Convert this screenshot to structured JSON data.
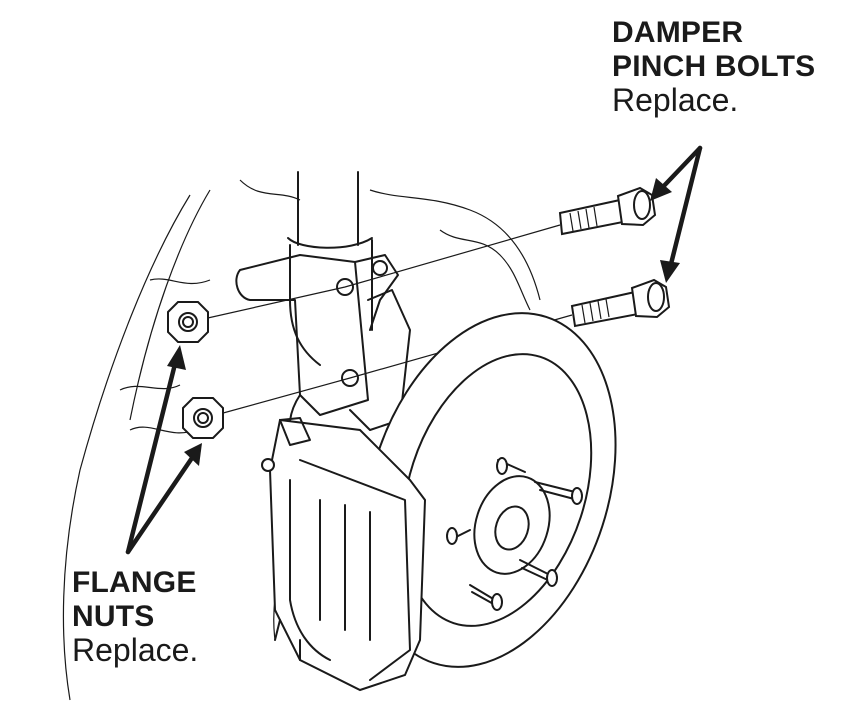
{
  "callouts": {
    "damper_pinch_bolts": {
      "line1": "DAMPER",
      "line2": "PINCH BOLTS",
      "note": "Replace."
    },
    "flange_nuts": {
      "line1": "FLANGE",
      "line2": "NUTS",
      "note": "Replace."
    }
  },
  "colors": {
    "line": "#1a1a1a",
    "background": "#ffffff"
  }
}
